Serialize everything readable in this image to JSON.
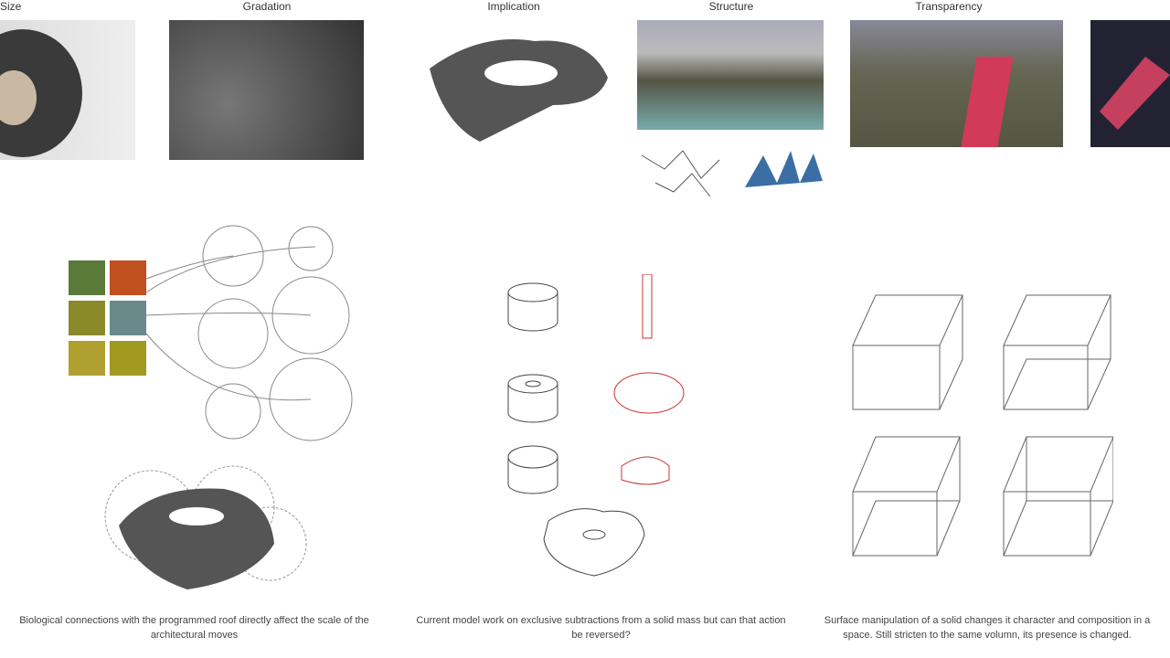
{
  "headings": [
    "Size",
    "Gradation",
    "Implication",
    "Structure",
    "Transparency"
  ],
  "captions": [
    "Biological connections with the programmed roof directly affect the scale of the architectural moves",
    "Current model work on exclusive subtractions from a solid mass but can that action be reversed?",
    "Surface manipulation of a solid changes it character and composition in a space. Still stricten to the same volumn, its presence is changed."
  ]
}
